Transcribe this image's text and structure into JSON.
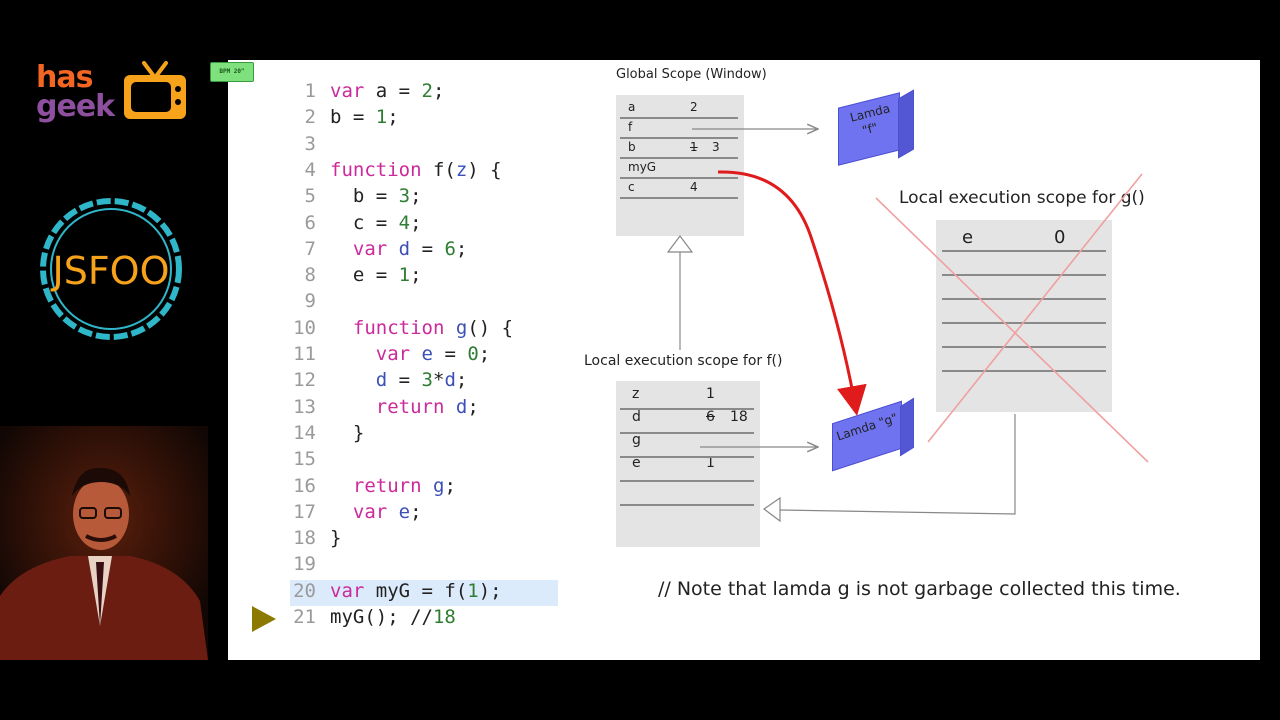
{
  "branding": {
    "has": "has",
    "geek": "geek",
    "event": "JSFOO",
    "rec_badge": "BPM 20\""
  },
  "code": {
    "lines": [
      {
        "n": "1",
        "text": "var a = 2;"
      },
      {
        "n": "2",
        "text": "b = 1;"
      },
      {
        "n": "3",
        "text": ""
      },
      {
        "n": "4",
        "text": "function f(z) {"
      },
      {
        "n": "5",
        "text": "  b = 3;"
      },
      {
        "n": "6",
        "text": "  c = 4;"
      },
      {
        "n": "7",
        "text": "  var d = 6;"
      },
      {
        "n": "8",
        "text": "  e = 1;"
      },
      {
        "n": "9",
        "text": ""
      },
      {
        "n": "10",
        "text": "  function g() {"
      },
      {
        "n": "11",
        "text": "    var e = 0;"
      },
      {
        "n": "12",
        "text": "    d = 3*d;"
      },
      {
        "n": "13",
        "text": "    return d;"
      },
      {
        "n": "14",
        "text": "  }"
      },
      {
        "n": "15",
        "text": ""
      },
      {
        "n": "16",
        "text": "  return g;"
      },
      {
        "n": "17",
        "text": "  var e;"
      },
      {
        "n": "18",
        "text": "}"
      },
      {
        "n": "19",
        "text": ""
      },
      {
        "n": "20",
        "text": "var myG = f(1);"
      },
      {
        "n": "21",
        "text": "myG(); //18"
      }
    ],
    "highlighted_line": "20",
    "current_line": "21"
  },
  "global_scope": {
    "title": "Global Scope (Window)",
    "rows": [
      {
        "name": "a",
        "value": "2"
      },
      {
        "name": "f",
        "value": ""
      },
      {
        "name": "b",
        "old_value": "1",
        "value": "3"
      },
      {
        "name": "myG",
        "value": ""
      },
      {
        "name": "c",
        "value": "4"
      }
    ]
  },
  "lambda_f": {
    "line1": "Lamda",
    "line2": "\"f\""
  },
  "lambda_g": {
    "label": "Lamda \"g\""
  },
  "scope_f": {
    "title": "Local execution scope for f()",
    "rows": [
      {
        "name": "z",
        "value": "1"
      },
      {
        "name": "d",
        "old_value": "6",
        "value": "18"
      },
      {
        "name": "g",
        "value": ""
      },
      {
        "name": "e",
        "value": "1"
      }
    ]
  },
  "scope_g": {
    "title": "Local execution scope for g()",
    "rows": [
      {
        "name": "e",
        "value": "0"
      }
    ]
  },
  "note": "// Note that lamda g is not garbage collected this time.",
  "colors": {
    "keyword": "#cc2a9b",
    "identifier": "#3a4fb8",
    "number": "#2e7d32",
    "line_highlight": "#dcebfb",
    "lambda_cube": "#6f73f0",
    "reference_arrow": "#e01b1b",
    "cross_out": "#f0a0a0",
    "has_orange": "#f26522",
    "geek_purple": "#8e4f9e",
    "jsfoo_teal": "#2fb7c9"
  }
}
